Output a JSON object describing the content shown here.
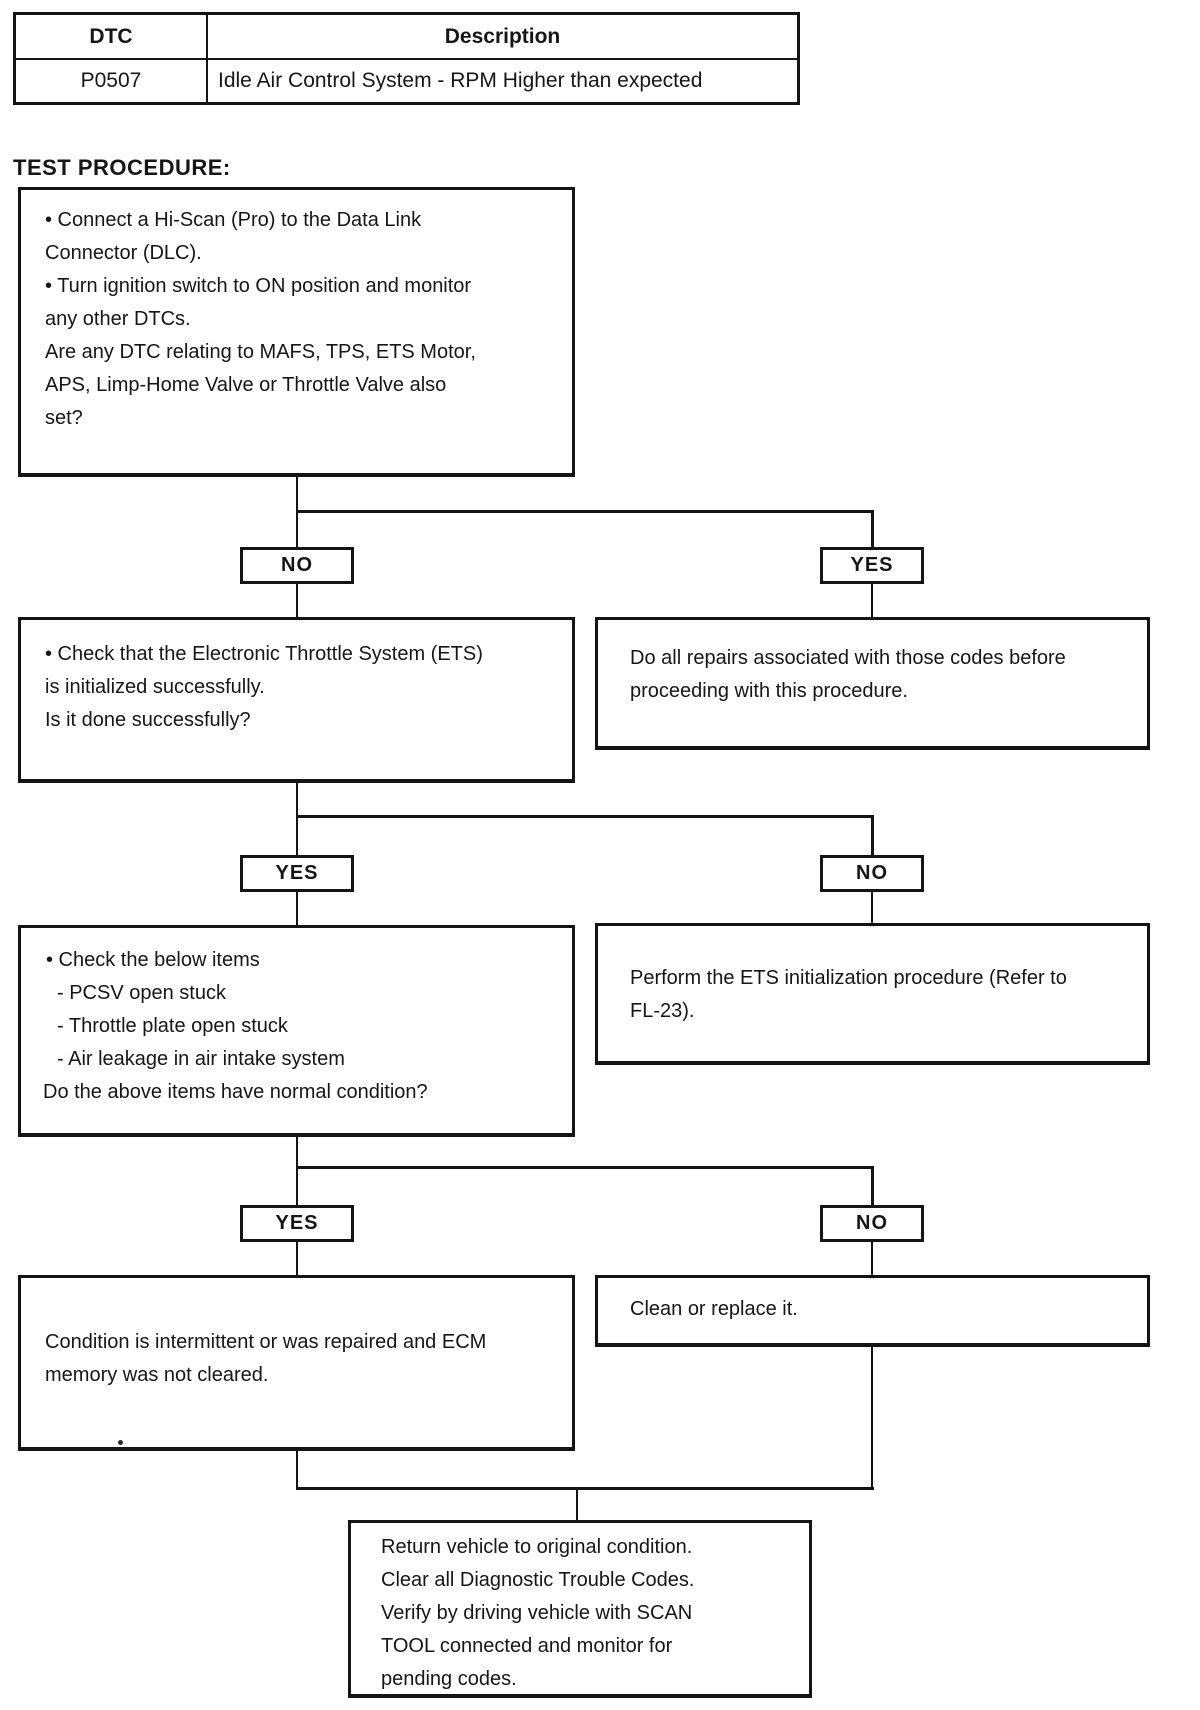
{
  "dtc_table": {
    "headers": {
      "code": "DTC",
      "description": "Description"
    },
    "row": {
      "code": "P0507",
      "description": "Idle Air Control System - RPM Higher than expected"
    }
  },
  "section_title": "TEST PROCEDURE:",
  "flowchart": {
    "step_connect_scan": {
      "lines": [
        "• Connect a Hi-Scan (Pro) to the Data Link",
        "Connector (DLC).",
        "• Turn ignition switch to ON position and monitor",
        "any other DTCs.",
        "Are any DTC relating to MAFS, TPS, ETS Motor,",
        "APS, Limp-Home Valve or Throttle Valve also",
        "set?"
      ]
    },
    "branches": {
      "b1": {
        "left": "NO",
        "right": "YES"
      },
      "b2": {
        "left": "YES",
        "right": "NO"
      },
      "b3": {
        "left": "YES",
        "right": "NO"
      }
    },
    "step_check_ets": {
      "lines": [
        "• Check that the Electronic Throttle System (ETS)",
        "is initialized successfully.",
        "Is it done successfully?"
      ]
    },
    "step_do_repairs": {
      "lines": [
        "Do all repairs associated with those codes before",
        "proceeding with this procedure."
      ]
    },
    "step_check_items": {
      "lines": [
        "• Check the below items",
        "- PCSV open stuck",
        "- Throttle plate open stuck",
        "- Air leakage in air intake system",
        "Do the above items have normal condition?"
      ]
    },
    "step_perform_init": {
      "lines": [
        "Perform the ETS initialization procedure (Refer to",
        "FL-23)."
      ]
    },
    "step_intermittent": {
      "lines": [
        "Condition is intermittent or was repaired and ECM",
        "memory was not cleared."
      ]
    },
    "step_clean": {
      "lines": [
        "Clean or replace it."
      ]
    },
    "step_return_vehicle": {
      "lines": [
        "Return vehicle to original condition.",
        "Clear all Diagnostic Trouble Codes.",
        "Verify by driving vehicle with SCAN",
        "TOOL connected and monitor for",
        "pending codes."
      ]
    }
  }
}
